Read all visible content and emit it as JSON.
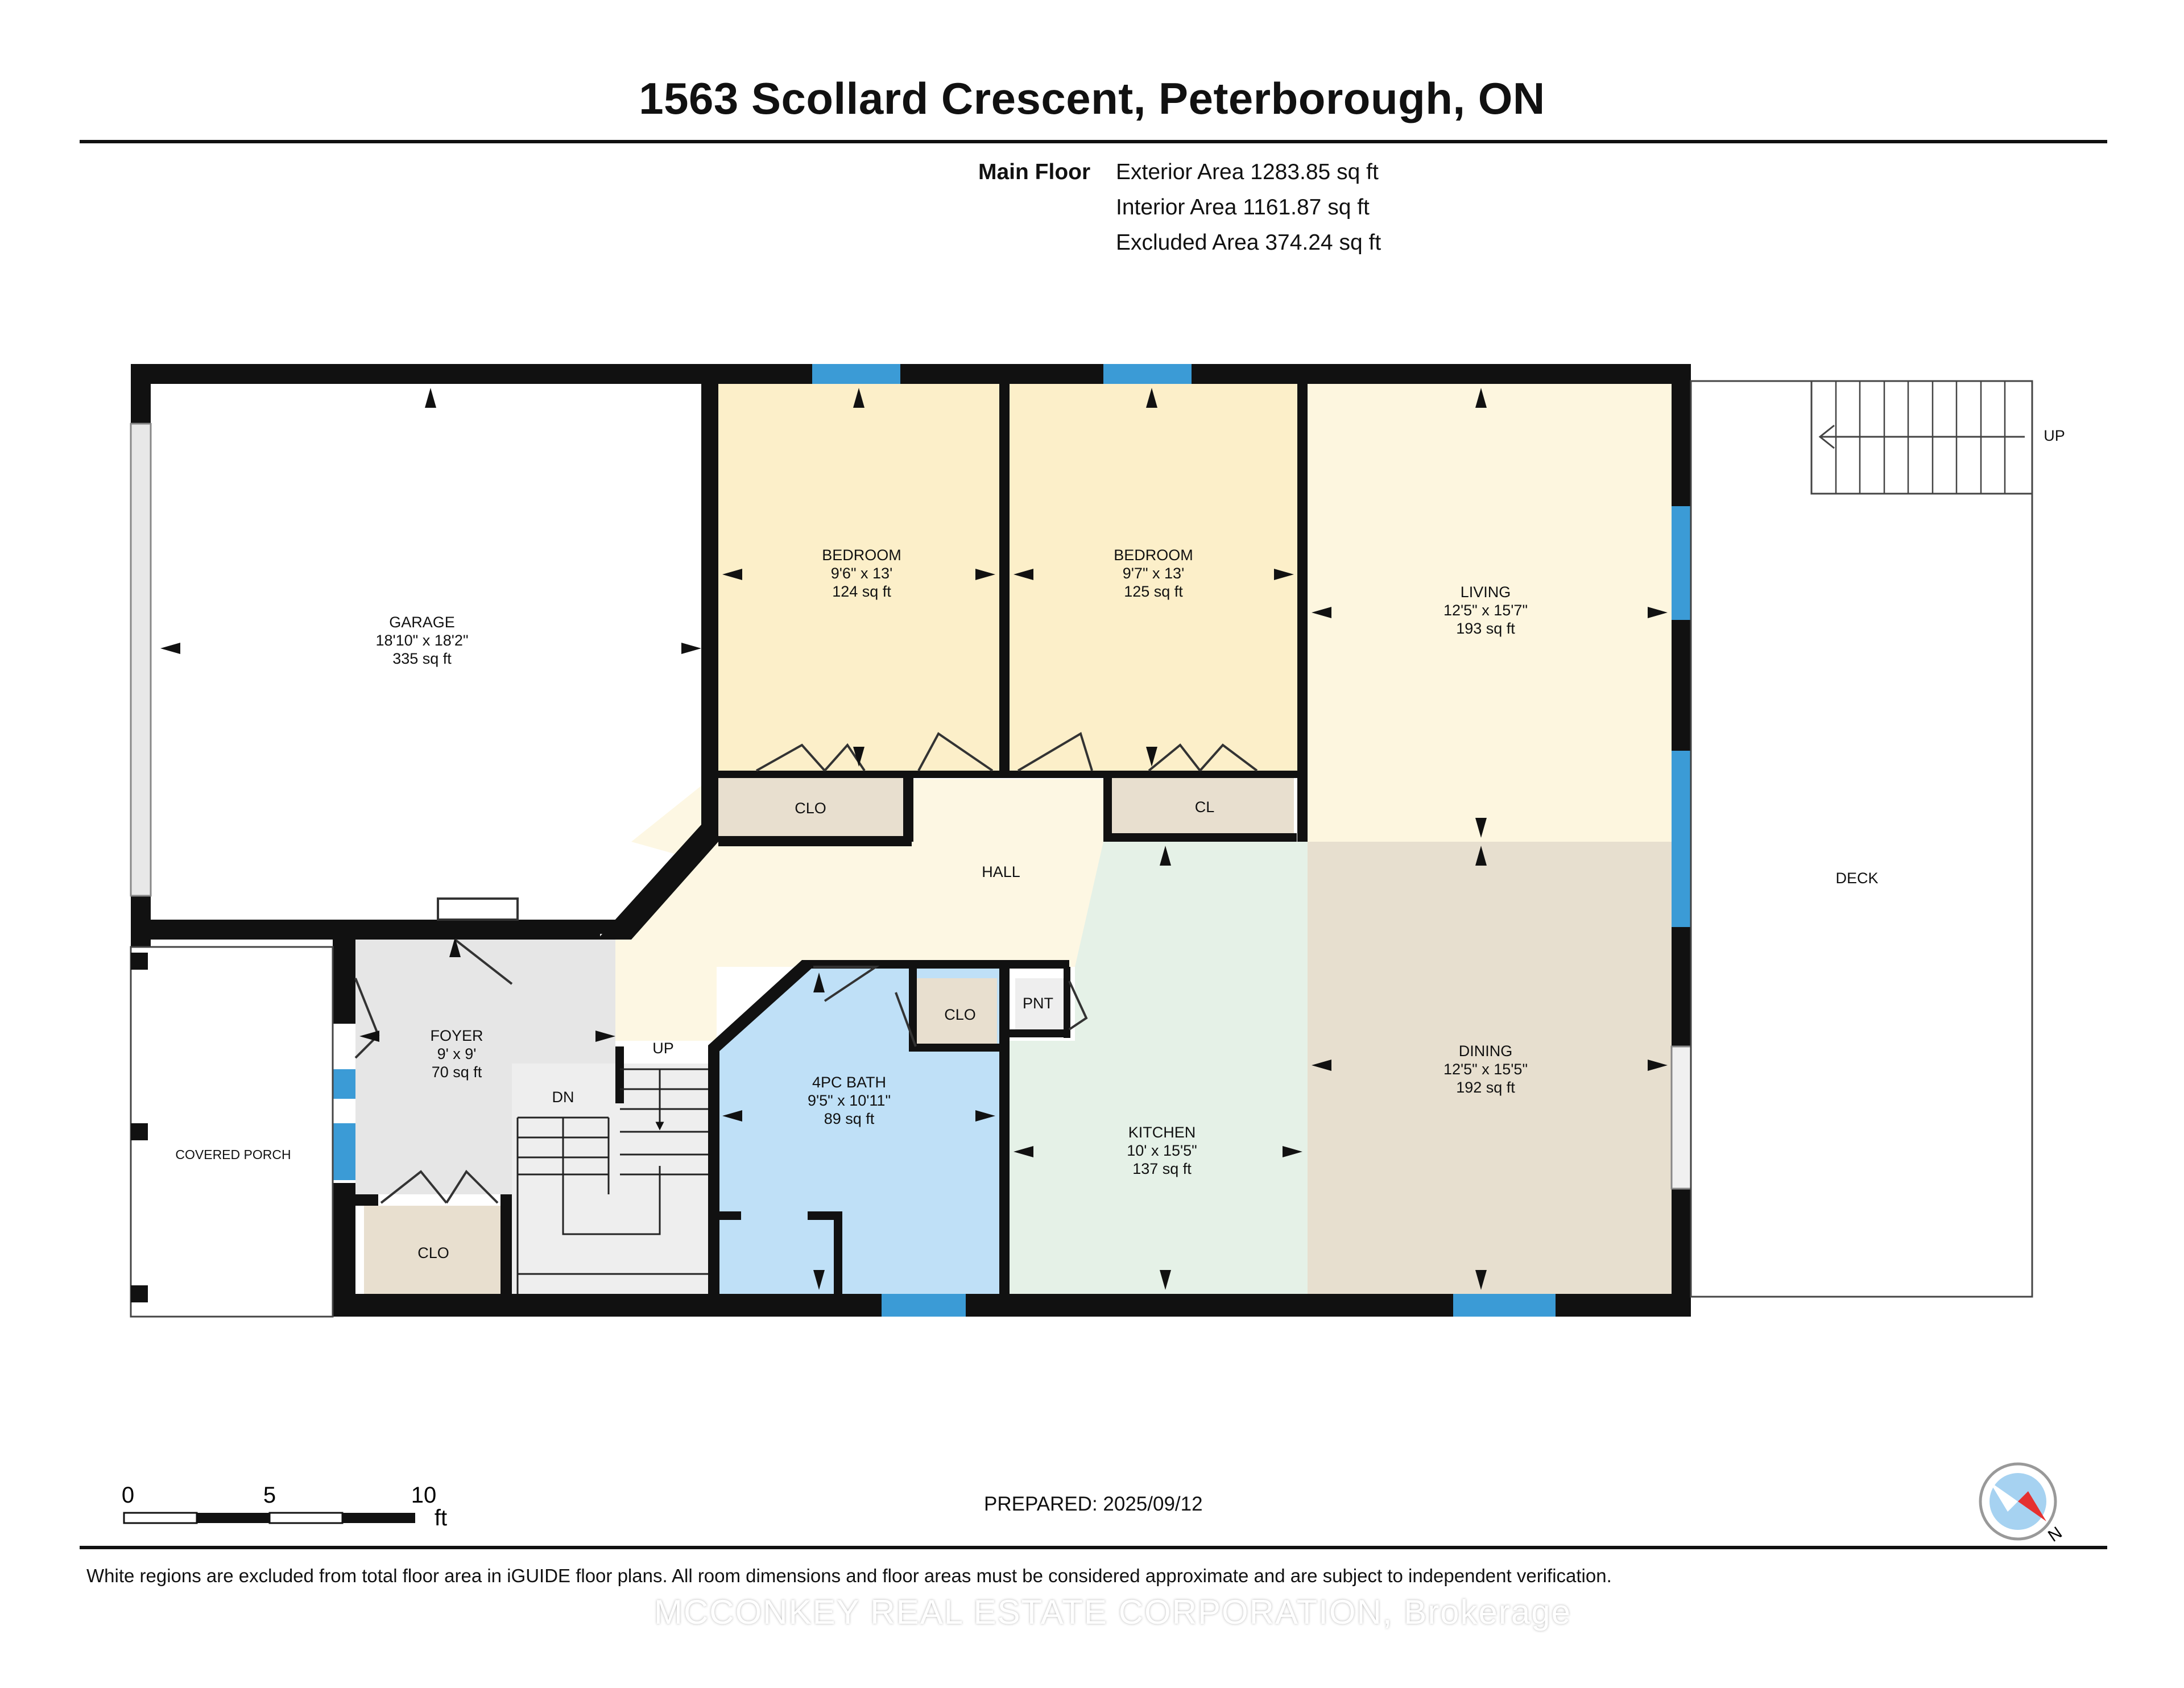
{
  "title": "1563 Scollard Crescent, Peterborough, ON",
  "floor_label": "Main Floor",
  "areas": {
    "exterior": "Exterior Area 1283.85 sq ft",
    "interior": "Interior Area 1161.87 sq ft",
    "excluded": "Excluded Area 374.24 sq ft"
  },
  "rooms": {
    "garage": {
      "name": "GARAGE",
      "dims": "18'10\" x 18'2\"",
      "area": "335 sq ft"
    },
    "bed1": {
      "name": "BEDROOM",
      "dims": "9'6\" x 13'",
      "area": "124 sq ft"
    },
    "bed2": {
      "name": "BEDROOM",
      "dims": "9'7\" x 13'",
      "area": "125 sq ft"
    },
    "living": {
      "name": "LIVING",
      "dims": "12'5\" x 15'7\"",
      "area": "193 sq ft"
    },
    "foyer": {
      "name": "FOYER",
      "dims": "9' x 9'",
      "area": "70 sq ft"
    },
    "bath": {
      "name": "4PC BATH",
      "dims": "9'5\" x 10'11\"",
      "area": "89 sq ft"
    },
    "kitchen": {
      "name": "KITCHEN",
      "dims": "10' x 15'5\"",
      "area": "137 sq ft"
    },
    "dining": {
      "name": "DINING",
      "dims": "12'5\" x 15'5\"",
      "area": "192 sq ft"
    }
  },
  "labels": {
    "clo1": "CLO",
    "cl": "CL",
    "hall": "HALL",
    "clo2": "CLO",
    "pnt": "PNT",
    "up_stairs": "UP",
    "dn_stairs": "DN",
    "clo3": "CLO",
    "covered_porch": "COVERED PORCH",
    "deck": "DECK",
    "deck_up": "UP"
  },
  "scale": {
    "n0": "0",
    "n5": "5",
    "n10": "10",
    "unit": "ft"
  },
  "prepared": "PREPARED: 2025/09/12",
  "compass_label": "N",
  "footer_note": "White regions are excluded from total floor area in iGUIDE floor plans. All room dimensions and floor areas must be considered approximate and are subject to independent verification.",
  "watermark": "MCCONKEY REAL ESTATE CORPORATION, Brokerage",
  "colors": {
    "wall": "#111111",
    "window": "#3b9bd6",
    "bedroom": "#fcefc9",
    "living": "#fdf6df",
    "hall": "#fdf7e3",
    "closet": "#e8dfcf",
    "foyer": "#e6e6e6",
    "bath": "#bfe0f7",
    "kitchen": "#e5f1e7",
    "dining": "#e7dfcf"
  }
}
